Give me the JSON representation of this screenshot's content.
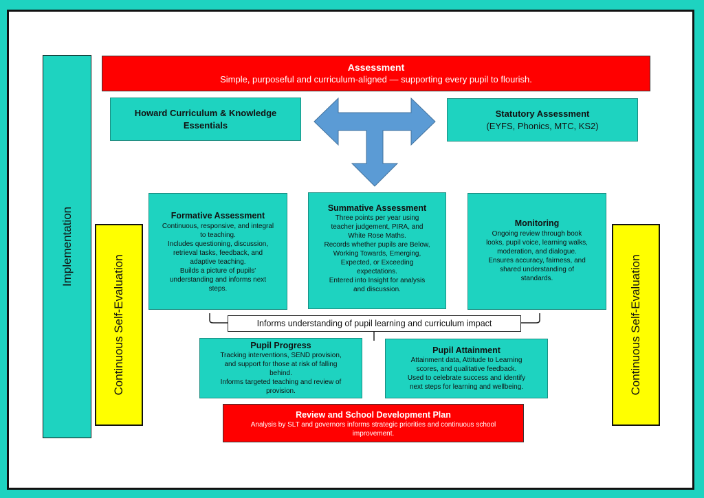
{
  "side": {
    "implementation": "Implementation",
    "self_eval_left": "Continuous Self-Evaluation",
    "self_eval_right": "Continuous Self-Evaluation"
  },
  "assessment": {
    "title": "Assessment",
    "subtitle": "Simple, purposeful and curriculum-aligned — supporting every pupil to flourish."
  },
  "howard": {
    "title": [
      "Howard Curriculum & Knowledge",
      "Essentials"
    ]
  },
  "statutory": {
    "title": "Statutory Assessment",
    "subtitle": "(EYFS, Phonics, MTC, KS2)"
  },
  "formative": {
    "title": "Formative Assessment",
    "lines": [
      "Continuous, responsive, and integral",
      "to teaching.",
      "Includes questioning, discussion,",
      "retrieval tasks, feedback, and",
      "adaptive teaching.",
      "Builds a picture of pupils'",
      "understanding and informs next",
      "steps."
    ]
  },
  "summative": {
    "title": "Summative Assessment",
    "lines": [
      "Three points per year using",
      "teacher judgement, PIRA, and",
      "White Rose Maths.",
      "Records whether pupils are Below,",
      "Working Towards, Emerging,",
      "Expected, or Exceeding",
      "expectations.",
      "Entered into Insight for analysis",
      "and discussion."
    ]
  },
  "monitoring": {
    "title": "Monitoring",
    "lines": [
      "Ongoing review through book",
      "looks, pupil voice, learning walks,",
      "moderation, and dialogue.",
      "Ensures accuracy, fairness, and",
      "shared understanding of",
      "standards."
    ]
  },
  "informs": "Informs understanding of pupil learning and curriculum impact",
  "progress": {
    "title": "Pupil Progress",
    "lines": [
      "Tracking interventions, SEND provision,",
      "and support for those at risk of falling",
      "behind.",
      "Informs targeted teaching and review of",
      "provision."
    ]
  },
  "attainment": {
    "title": "Pupil Attainment",
    "lines": [
      "Attainment data, Attitude to Learning",
      "scores, and qualitative feedback.",
      "Used to celebrate success and identify",
      "next steps for learning and wellbeing."
    ]
  },
  "review": {
    "title": "Review and School Development Plan",
    "lines": [
      "Analysis by SLT and governors informs strategic priorities and continuous school",
      "improvement."
    ]
  },
  "colors": {
    "teal": "#1ed3c0",
    "red": "#ff0000",
    "yellow": "#ffff00",
    "arrow": "#5b9bd5"
  }
}
